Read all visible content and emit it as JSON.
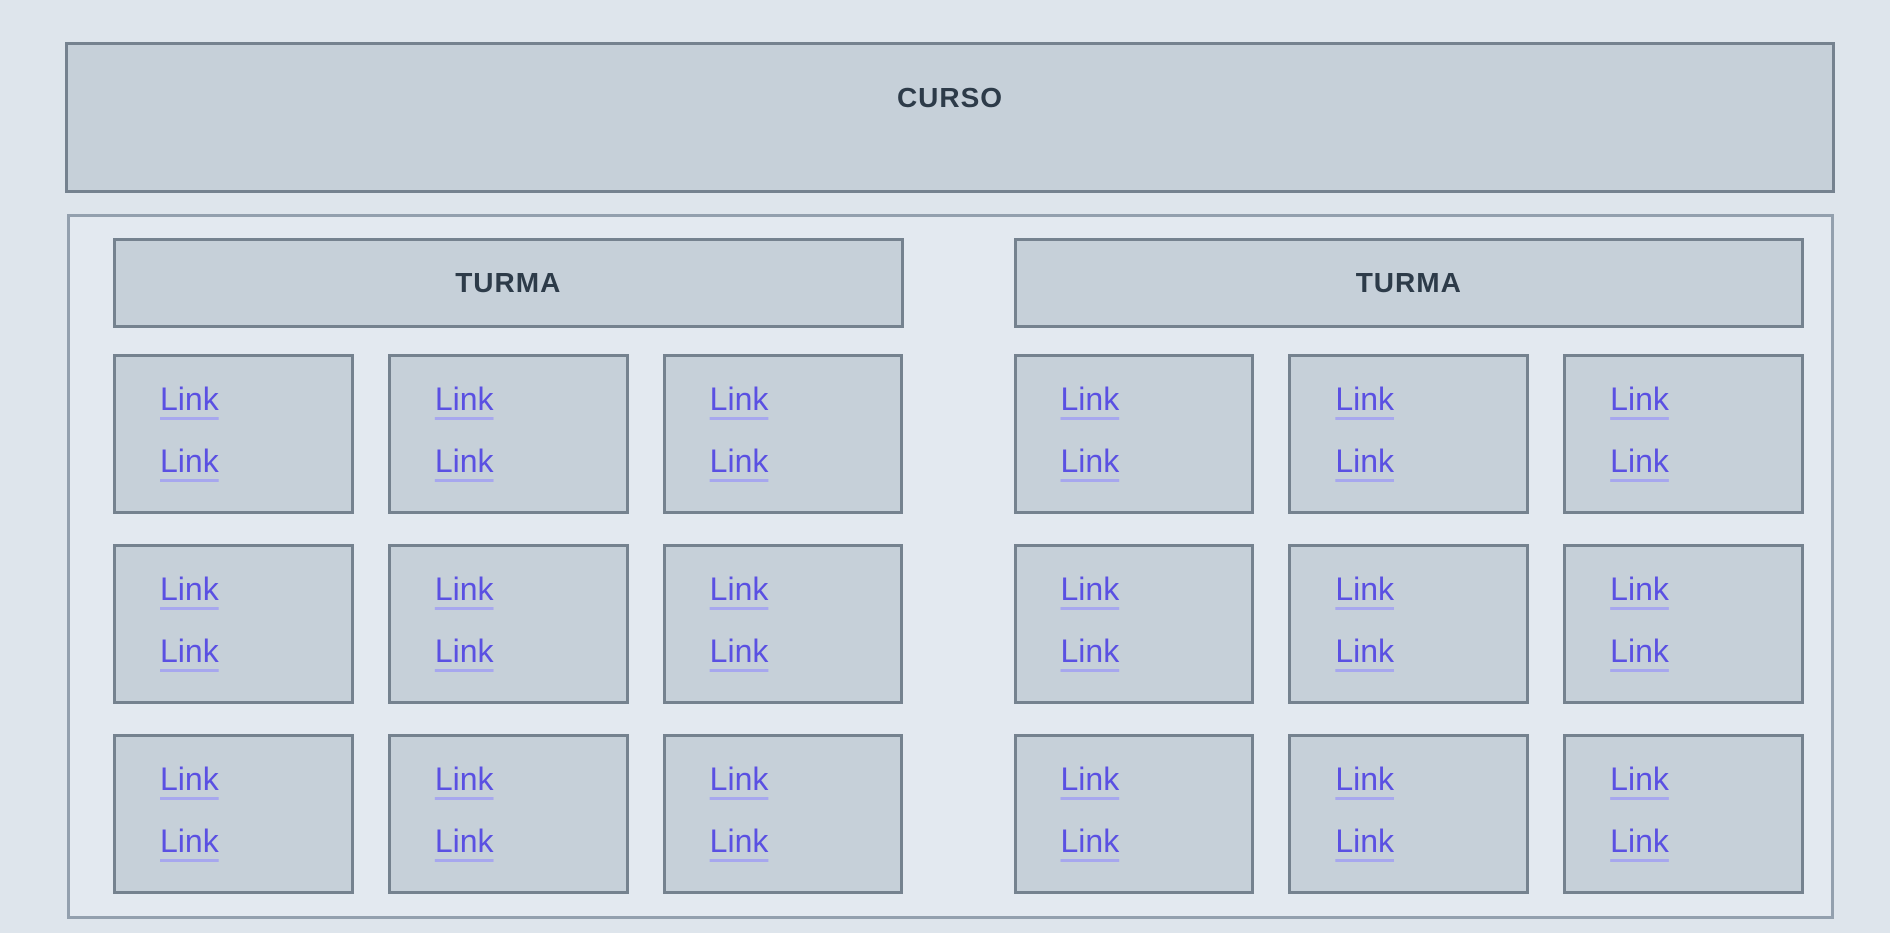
{
  "course": {
    "label": "CURSO"
  },
  "sections": [
    {
      "label": "TURMA",
      "cards": [
        {
          "links": [
            "Link",
            "Link"
          ]
        },
        {
          "links": [
            "Link",
            "Link"
          ]
        },
        {
          "links": [
            "Link",
            "Link"
          ]
        },
        {
          "links": [
            "Link",
            "Link"
          ]
        },
        {
          "links": [
            "Link",
            "Link"
          ]
        },
        {
          "links": [
            "Link",
            "Link"
          ]
        },
        {
          "links": [
            "Link",
            "Link"
          ]
        },
        {
          "links": [
            "Link",
            "Link"
          ]
        },
        {
          "links": [
            "Link",
            "Link"
          ]
        }
      ]
    },
    {
      "label": "TURMA",
      "cards": [
        {
          "links": [
            "Link",
            "Link"
          ]
        },
        {
          "links": [
            "Link",
            "Link"
          ]
        },
        {
          "links": [
            "Link",
            "Link"
          ]
        },
        {
          "links": [
            "Link",
            "Link"
          ]
        },
        {
          "links": [
            "Link",
            "Link"
          ]
        },
        {
          "links": [
            "Link",
            "Link"
          ]
        },
        {
          "links": [
            "Link",
            "Link"
          ]
        },
        {
          "links": [
            "Link",
            "Link"
          ]
        },
        {
          "links": [
            "Link",
            "Link"
          ]
        }
      ]
    }
  ],
  "colors": {
    "page_bg": "#dee5ec",
    "container_fill": "#e3e9f0",
    "container_border": "#93a0ae",
    "panel_fill": "#c6d0d9",
    "panel_border": "#75828f",
    "heading_text": "#2d3b49",
    "link_text": "#5a50e2",
    "link_underline": "#a7a7ee"
  }
}
